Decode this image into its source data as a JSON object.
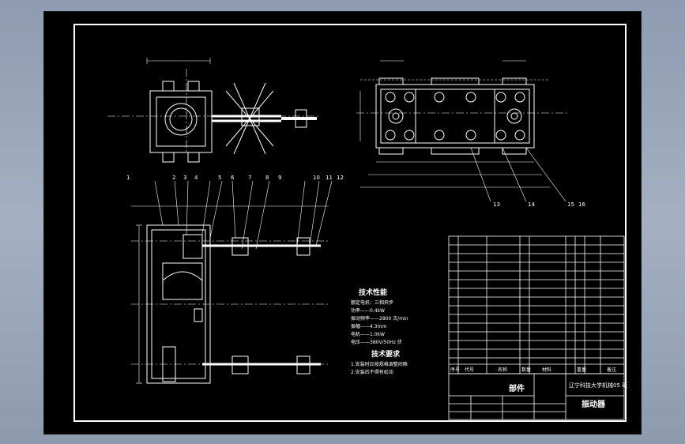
{
  "drawing": {
    "part_numbers": [
      "1",
      "2",
      "3",
      "4",
      "5",
      "6",
      "7",
      "8",
      "9",
      "10",
      "11",
      "12",
      "13",
      "14",
      "15",
      "16"
    ],
    "tech_params_title": "技术性能",
    "tech_params": [
      "额定电机：三相异步",
      "功率——0.4kW",
      "振动频率——2800 次/min",
      "振幅——4.3mm",
      "电机——1.0kW",
      "电压——380V/50Hz 伏"
    ],
    "tech_req_title": "技术要求",
    "tech_requirements": [
      "1.安装时应按规格调整间隙",
      "2.安装后不得有松动"
    ],
    "title_block": {
      "drawing_name": "振动器",
      "part_type": "部件",
      "school": "辽宁科技大学机械05 班"
    },
    "bom_header": [
      "序号",
      "代号",
      "名称",
      "数量",
      "材料",
      "重量",
      "备注"
    ]
  }
}
